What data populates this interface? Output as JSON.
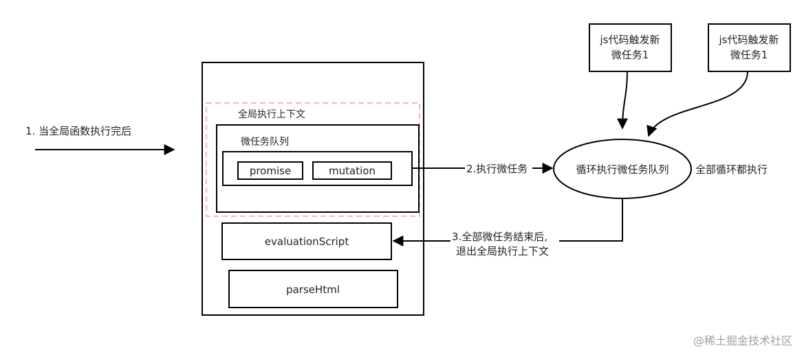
{
  "left_label": "1. 当全局函数执行完后",
  "outer_stack": {
    "global_context_label": "全局执行上下文",
    "microtask_queue_label": "微任务队列",
    "items": [
      "promise",
      "mutation"
    ],
    "evaluation_label": "evaluationScript",
    "parse_label": "parseHtml"
  },
  "arrow_execute_label": "2.执行微任务",
  "loop_label": "循环执行微任务队列",
  "loop_side_label": "全部循环都执行",
  "trigger_boxes": [
    {
      "line1": "js代码触发新",
      "line2": "微任务1"
    },
    {
      "line1": "js代码触发新",
      "line2": "微任务1"
    }
  ],
  "return_label_line1": "3.全部微任务结束后,",
  "return_label_line2": "退出全局执行上下文",
  "watermark": "@稀土掘金技术社区",
  "colors": {
    "stroke": "#000000",
    "dashed_border": "#f2b8b8",
    "watermark": "#9aa0a6"
  }
}
